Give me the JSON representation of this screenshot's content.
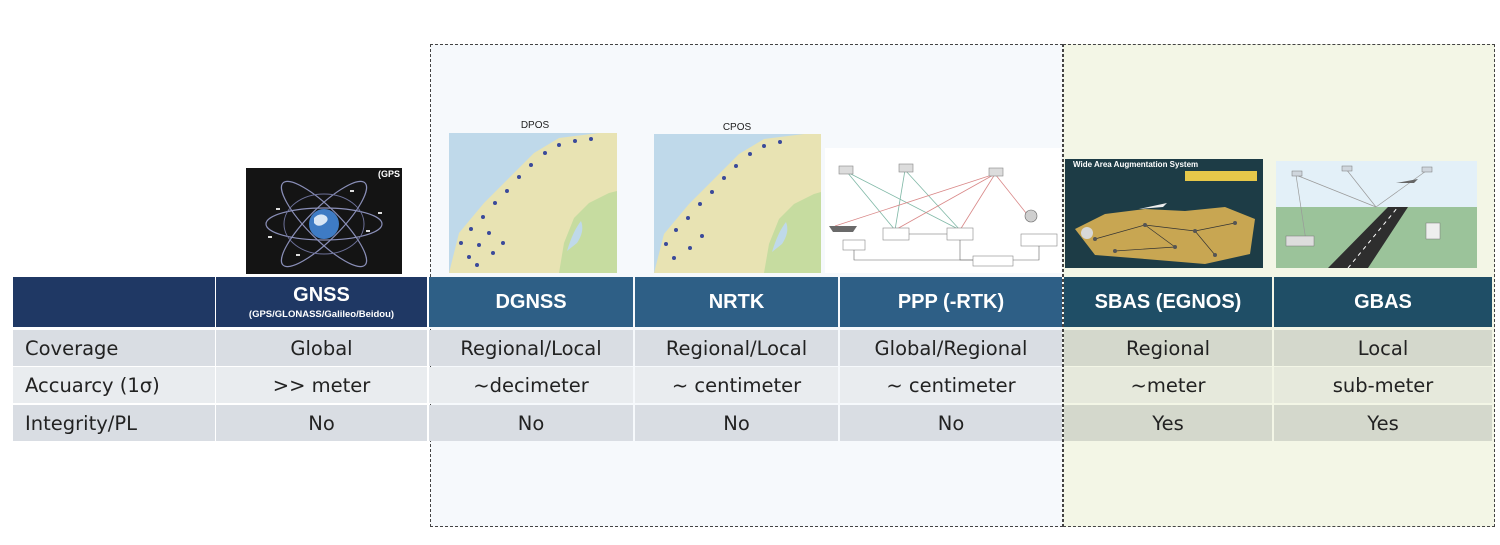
{
  "columns": [
    {
      "title": "",
      "subtitle": ""
    },
    {
      "title": "GNSS",
      "subtitle": "(GPS/GLONASS/Galileo/Beidou)"
    },
    {
      "title": "DGNSS",
      "subtitle": ""
    },
    {
      "title": "NRTK",
      "subtitle": ""
    },
    {
      "title": "PPP (-RTK)",
      "subtitle": ""
    },
    {
      "title": "SBAS (EGNOS)",
      "subtitle": ""
    },
    {
      "title": "GBAS",
      "subtitle": ""
    }
  ],
  "rows": [
    {
      "label": "Coverage",
      "values": [
        "Global",
        "Regional/Local",
        "Regional/Local",
        "Global/Regional",
        "Regional",
        "Local"
      ]
    },
    {
      "label": "Accuarcy (1σ)",
      "values": [
        ">> meter",
        "~decimeter",
        "~ centimeter",
        "~ centimeter",
        "~meter",
        "sub-meter"
      ]
    },
    {
      "label": "Integrity/PL",
      "values": [
        "No",
        "No",
        "No",
        "No",
        "Yes",
        "Yes"
      ]
    }
  ],
  "images": {
    "gnss_tag": "(GPS",
    "dpos_caption": "DPOS",
    "cpos_caption": "CPOS",
    "waas_title": "Wide Area Augmentation System"
  },
  "colors": {
    "header_dark": "#1f3864",
    "header_aug": "#2e5f86",
    "header_sat": "#1f4e66",
    "row_light": "#d9dde3",
    "row_mid": "#e9ecef"
  }
}
